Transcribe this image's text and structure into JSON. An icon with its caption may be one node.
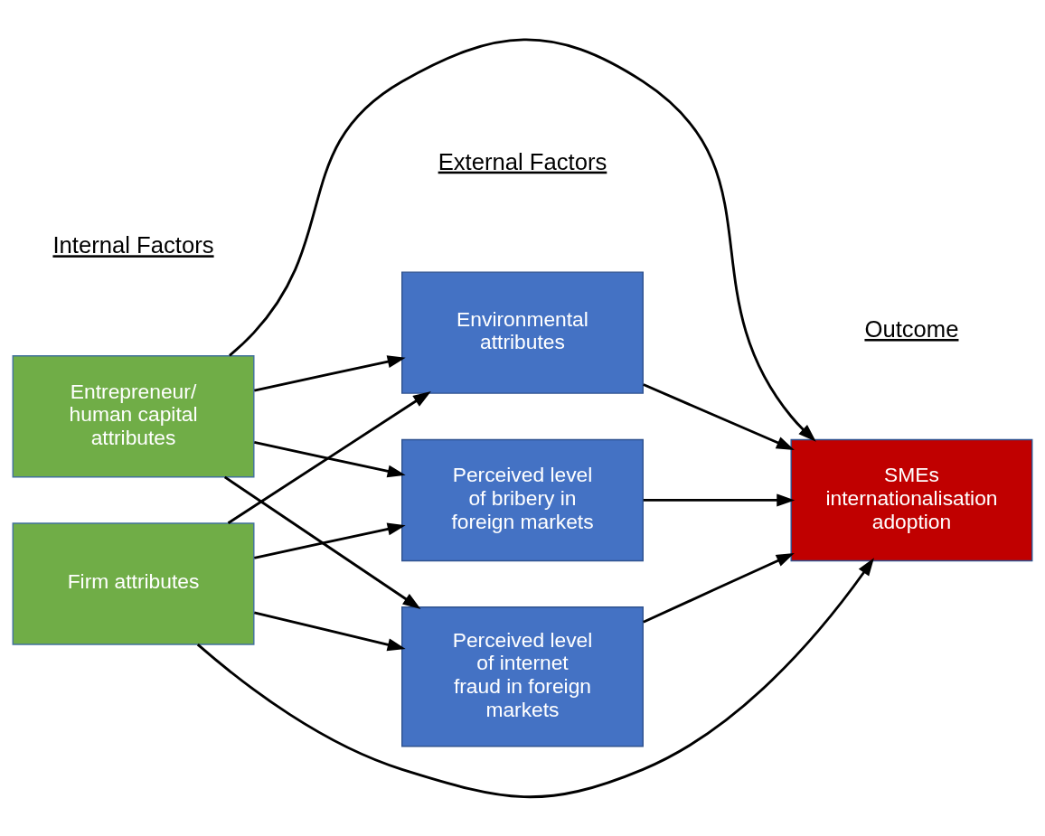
{
  "diagram": {
    "nodes": [
      {
        "text": [
          "Entrepreneur/ human capital attributes"
        ]
      },
      {
        "text": [
          "Firm attributes"
        ]
      },
      {
        "text": [
          "Environmental attributes"
        ]
      },
      {
        "text": [
          "Perceived level of bribery in foreign markets"
        ]
      },
      {
        "text": [
          "Perceived level of internet fraud in foreign markets"
        ]
      },
      {
        "text": [
          "SMEs internationalisation adoption"
        ]
      }
    ],
    "edges": [
      {
        "from": 0,
        "to": 2,
        "arrow": "to"
      },
      {
        "from": 0,
        "to": 5,
        "arrow": "to"
      },
      {
        "from": 0,
        "to": 3,
        "arrow": "to"
      },
      {
        "from": 0,
        "to": 4,
        "arrow": "to"
      },
      {
        "from": 1,
        "to": 2,
        "arrow": "to"
      },
      {
        "from": 1,
        "to": 3,
        "arrow": "to"
      },
      {
        "from": 1,
        "to": 5,
        "arrow": "to"
      },
      {
        "from": 1,
        "to": 4,
        "arrow": "to"
      },
      {
        "from": 2,
        "to": 5,
        "arrow": "to"
      },
      {
        "from": 3,
        "to": 5,
        "arrow": "to"
      },
      {
        "from": 4,
        "to": 5,
        "arrow": "to"
      }
    ],
    "labels": [
      "Internal Factors",
      "External Factors",
      "Outcome"
    ]
  }
}
